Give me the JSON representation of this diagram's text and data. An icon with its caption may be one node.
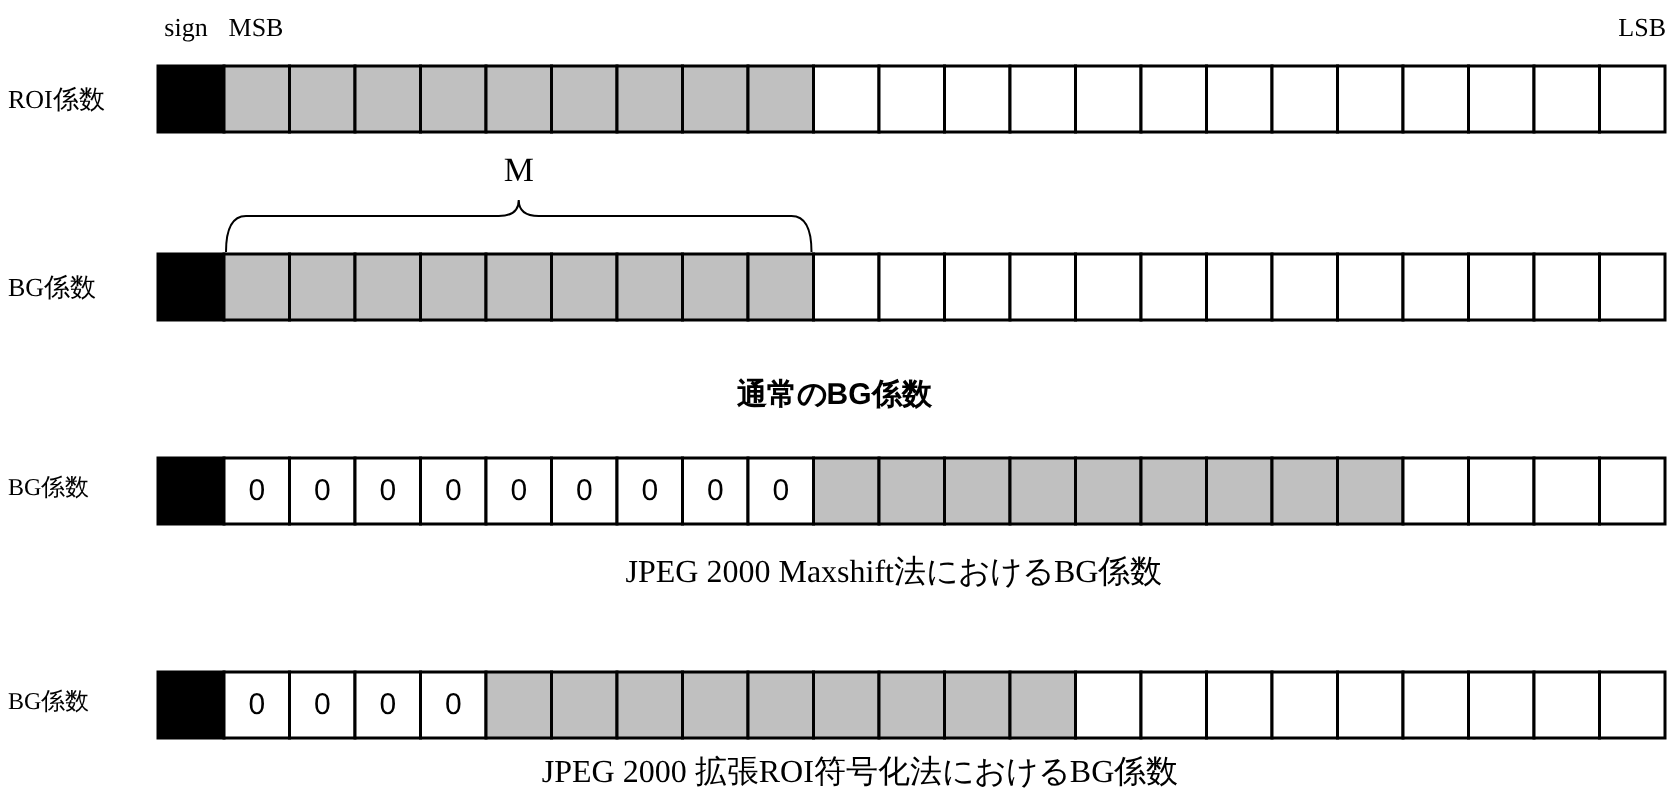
{
  "diagram": {
    "labels": [
      "sign",
      "MSB",
      "LSB",
      "ROI係数",
      "M",
      "BG係数",
      "通常のBG係数",
      "BG係数",
      "0",
      "0",
      "0",
      "0",
      "0",
      "0",
      "0",
      "0",
      "0",
      "JPEG 2000 Maxshift法におけるBG係数",
      "BG係数",
      "0",
      "0",
      "0",
      "0",
      "JPEG 2000 拡張ROI符号化法におけるBG係数"
    ]
  }
}
